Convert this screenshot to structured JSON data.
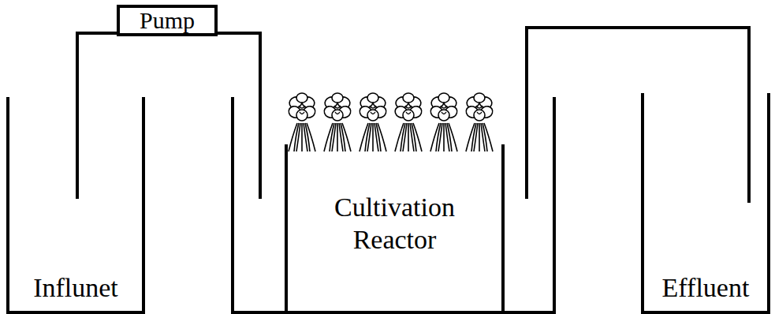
{
  "diagram": {
    "nodes": [
      {
        "text": [
          "Influnet"
        ]
      },
      {
        "text": [
          "Pump"
        ]
      },
      {
        "text": [
          "Cultivation Reactor"
        ]
      },
      {
        "text": [
          "Effluent"
        ]
      }
    ],
    "edges": [
      {
        "from": 0,
        "to": 1,
        "arrow": "none"
      },
      {
        "from": 1,
        "to": 2,
        "arrow": "none"
      },
      {
        "from": 2,
        "to": 3,
        "arrow": "none"
      }
    ]
  }
}
